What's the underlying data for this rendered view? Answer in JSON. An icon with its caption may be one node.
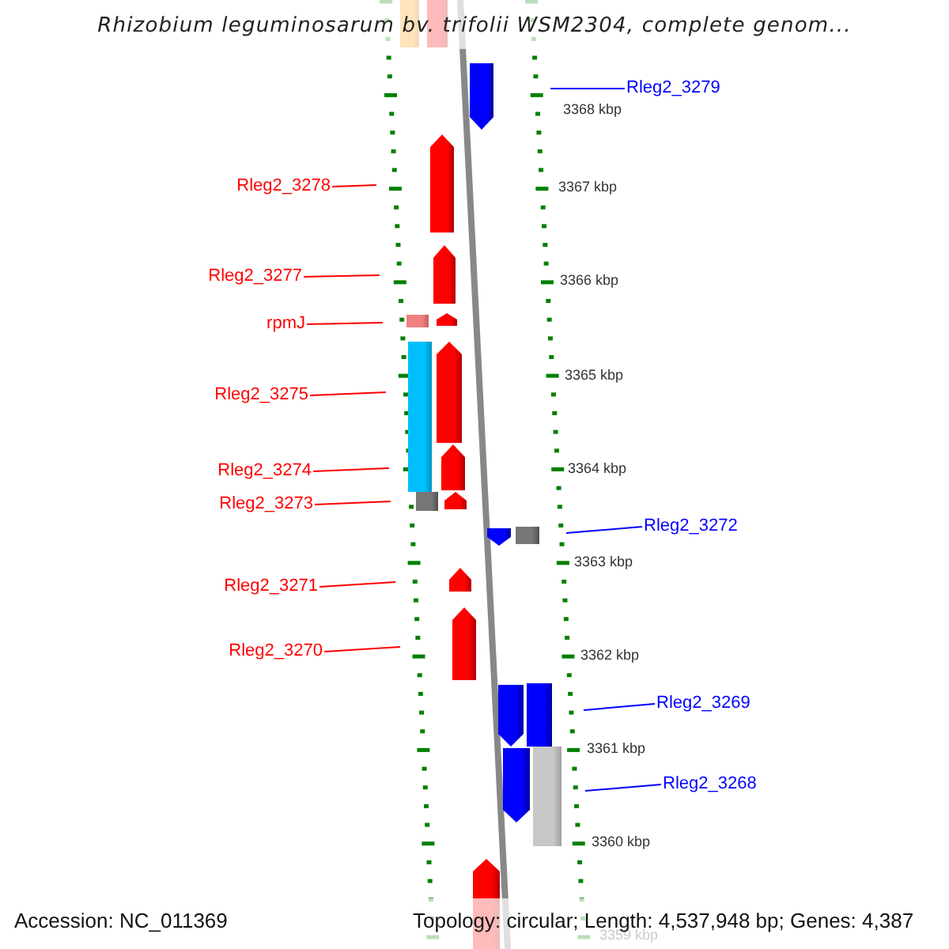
{
  "diagram": {
    "title": "Rhizobium leguminosarum bv. trifolii WSM2304, complete genom...",
    "nodes": [
      {
        "text": [
          "Rleg2_3279"
        ]
      },
      {
        "text": [
          "Rleg2_3278"
        ]
      },
      {
        "text": [
          "Rleg2_3277"
        ]
      },
      {
        "text": [
          "rpmJ"
        ]
      },
      {
        "text": [
          "Rleg2_3275"
        ]
      },
      {
        "text": [
          "Rleg2_3274"
        ]
      },
      {
        "text": [
          "Rleg2_3273"
        ]
      },
      {
        "text": [
          "Rleg2_3272"
        ]
      },
      {
        "text": [
          "Rleg2_3271"
        ]
      },
      {
        "text": [
          "Rleg2_3270"
        ]
      },
      {
        "text": [
          "Rleg2_3269"
        ]
      },
      {
        "text": [
          "Rleg2_3268"
        ]
      }
    ],
    "edges": [
      {
        "from": 0,
        "to": null,
        "arrow": "none",
        "color": "#0000ff"
      },
      {
        "from": 1,
        "to": null,
        "arrow": "none"
      },
      {
        "from": 2,
        "to": null,
        "arrow": "none"
      },
      {
        "from": 3,
        "to": null,
        "arrow": "none"
      },
      {
        "from": 4,
        "to": null,
        "arrow": "none"
      },
      {
        "from": 5,
        "to": null,
        "arrow": "none"
      },
      {
        "from": 6,
        "to": null,
        "arrow": "none"
      },
      {
        "from": 7,
        "to": null,
        "arrow": "none",
        "color": "#0000ff"
      },
      {
        "from": 8,
        "to": null,
        "arrow": "none"
      },
      {
        "from": 9,
        "to": null,
        "arrow": "none"
      },
      {
        "from": 10,
        "to": null,
        "arrow": "none",
        "color": "#0000ff"
      },
      {
        "from": 11,
        "to": null,
        "arrow": "none",
        "color": "#0000ff"
      }
    ],
    "labels": [
      "3368 kbp",
      "3367 kbp",
      "3366 kbp",
      "3365 kbp",
      "3364 kbp",
      "3363 kbp",
      "3362 kbp",
      "3361 kbp",
      "3360 kbp",
      "3359 kbp",
      "Accession: NC_011369",
      "Topology: circular; Length: 4,537,948 bp; Genes: 4,387"
    ]
  }
}
